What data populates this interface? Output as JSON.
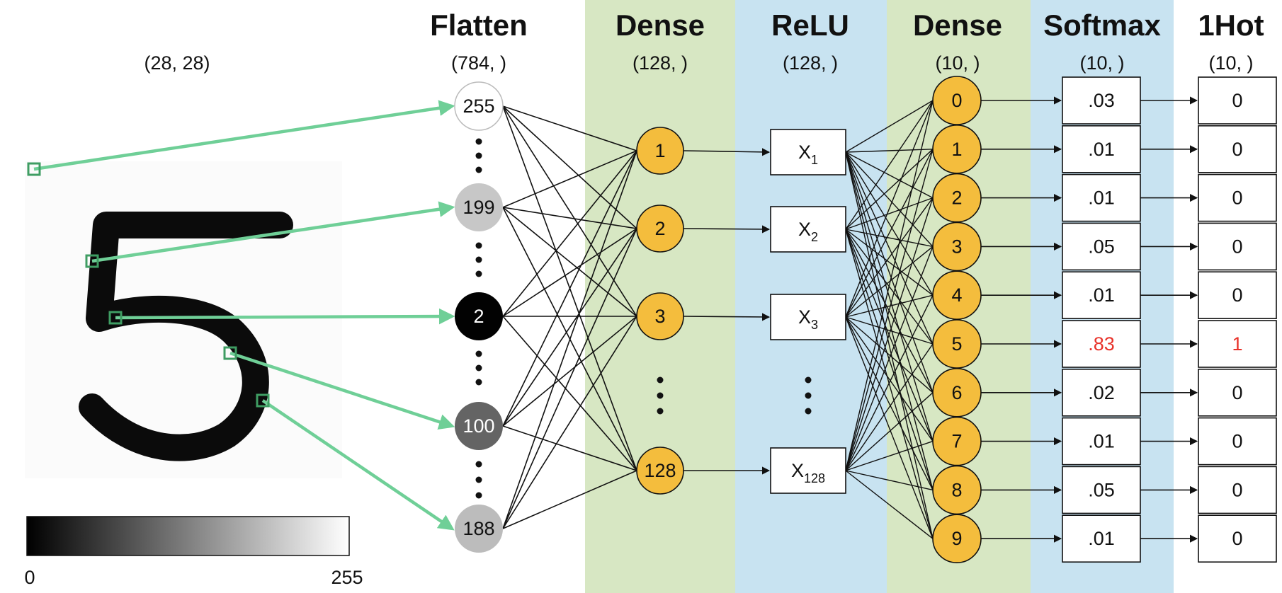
{
  "input": {
    "shape_label": "(28, 28)",
    "colorbar": {
      "min_label": "0",
      "max_label": "255"
    },
    "digit": "5"
  },
  "layers": [
    {
      "title": "Flatten",
      "shape": "(784, )"
    },
    {
      "title": "Dense",
      "shape": "(128, )"
    },
    {
      "title": "ReLU",
      "shape": "(128, )"
    },
    {
      "title": "Dense",
      "shape": "(10, )"
    },
    {
      "title": "Softmax",
      "shape": "(10, )"
    },
    {
      "title": "1Hot",
      "shape": "(10, )"
    }
  ],
  "flatten_nodes": [
    {
      "value": "255",
      "gray": 255
    },
    {
      "value": "199",
      "gray": 199
    },
    {
      "value": "2",
      "gray": 2
    },
    {
      "value": "100",
      "gray": 100
    },
    {
      "value": "188",
      "gray": 188
    }
  ],
  "dense1_nodes": [
    "1",
    "2",
    "3",
    "128"
  ],
  "relu_nodes": [
    {
      "base": "X",
      "sub": "1"
    },
    {
      "base": "X",
      "sub": "2"
    },
    {
      "base": "X",
      "sub": "3"
    },
    {
      "base": "X",
      "sub": "128"
    }
  ],
  "dense2_nodes": [
    "0",
    "1",
    "2",
    "3",
    "4",
    "5",
    "6",
    "7",
    "8",
    "9"
  ],
  "softmax_values": [
    ".03",
    ".01",
    ".01",
    ".05",
    ".01",
    ".83",
    ".02",
    ".01",
    ".05",
    ".01"
  ],
  "onehot_values": [
    "0",
    "0",
    "0",
    "0",
    "0",
    "1",
    "0",
    "0",
    "0",
    "0"
  ],
  "predicted_index": 5,
  "colors": {
    "dense_band": "#d7e7c3",
    "relu_band": "#c8e3f1",
    "node_fill": "#f4bd3d",
    "arrow_green": "#6fcf97",
    "highlight": "#e8322a",
    "line": "#111111"
  }
}
